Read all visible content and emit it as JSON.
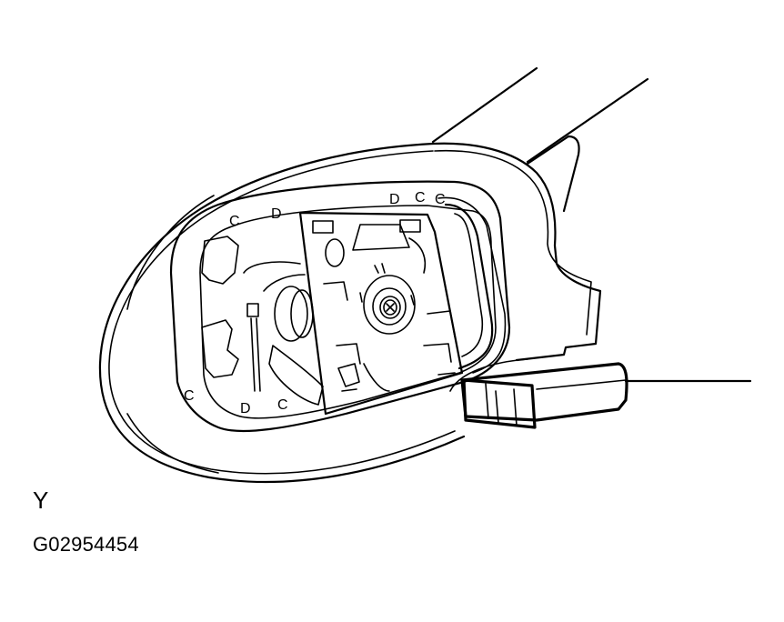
{
  "diagram": {
    "subject": "outer rear view mirror assembly with mirror glass removed, showing actuator motor plate and electrical connector",
    "callout_label": "Y",
    "figure_id": "G02954454",
    "leader_lines": 3,
    "part_marks": [
      "C",
      "D",
      "C",
      "D",
      "C",
      "C",
      "D",
      "C"
    ],
    "colors": {
      "background": "#ffffff",
      "linework": "#000000"
    }
  }
}
